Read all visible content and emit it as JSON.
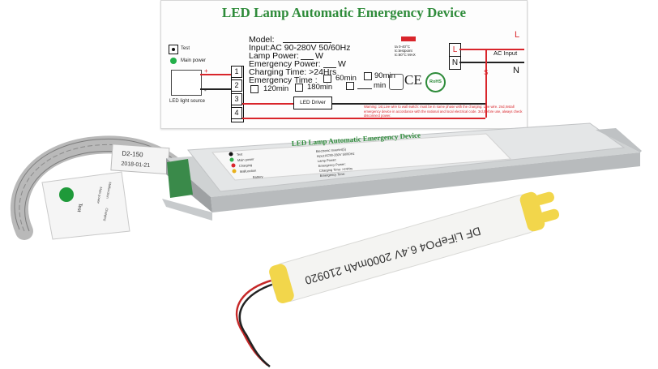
{
  "label": {
    "title": "LED Lamp Automatic Emergency Device",
    "model": "Model:",
    "input": "Input:AC 90-280V 50/60Hz",
    "lamp_power": "Lamp Power:",
    "lamp_power_unit": "W",
    "emergency_power": "Emergency Power:",
    "emergency_power_unit": "W",
    "charging_time": "Charging Time:  >24Hrs",
    "emergency_time": "Emergency Time :",
    "opt_60": "60min",
    "opt_90": "90min",
    "opt_120": "120min",
    "opt_180": "180min",
    "opt_min": "min",
    "test": "Test",
    "main_power": "Main power",
    "led_light_source": "LED light source",
    "led_driver": "LED Driver",
    "terminals": [
      "1",
      "2",
      "3",
      "4"
    ],
    "L": "L",
    "N": "N",
    "ac_input": "AC Input",
    "S": "S",
    "plus": "+",
    "minus": "-",
    "spec_box": [
      "ta 0-40°C",
      "tc:testpoint",
      "tc:60°C MAX"
    ],
    "ce": "CE",
    "rohs": "RoHS",
    "warning": "Warning: 1st,Live wire to wall switch: must be in same phase with the charging: Live wire. 2nd,Install emergency device in accordance with the national and local electrical code. 3rd,Before use, always check disconnect power."
  },
  "driver_box": {
    "label_title": "LED Lamp Automatic Emergency Device",
    "indicators": [
      "Test",
      "Main power",
      "Charging",
      "Malfunction"
    ],
    "battery": "Battery",
    "lines": [
      "Electronic Inverter(5)",
      "Input:AC90-280V 50/60Hz",
      "Lamp Power:",
      "Emergency Power:",
      "Charging Time: >24Hrs",
      "Emergency Time:"
    ]
  },
  "ribbon_tag": {
    "line1": "D2-150",
    "line2": "2018-01-21"
  },
  "test_panel": {
    "test": "Test",
    "malfunction": "Malfunction",
    "charging": "Charging",
    "main_power": "Main power"
  },
  "battery": {
    "text": "DF LiFePO4 6.4V 2000mAh 210920"
  },
  "colors": {
    "title_green": "#2e8b3a",
    "wire_red": "#d9252b",
    "box_grey": "#d9dbdc",
    "battery_yellow": "#f2d64b",
    "battery_white": "#f4f4f2"
  }
}
